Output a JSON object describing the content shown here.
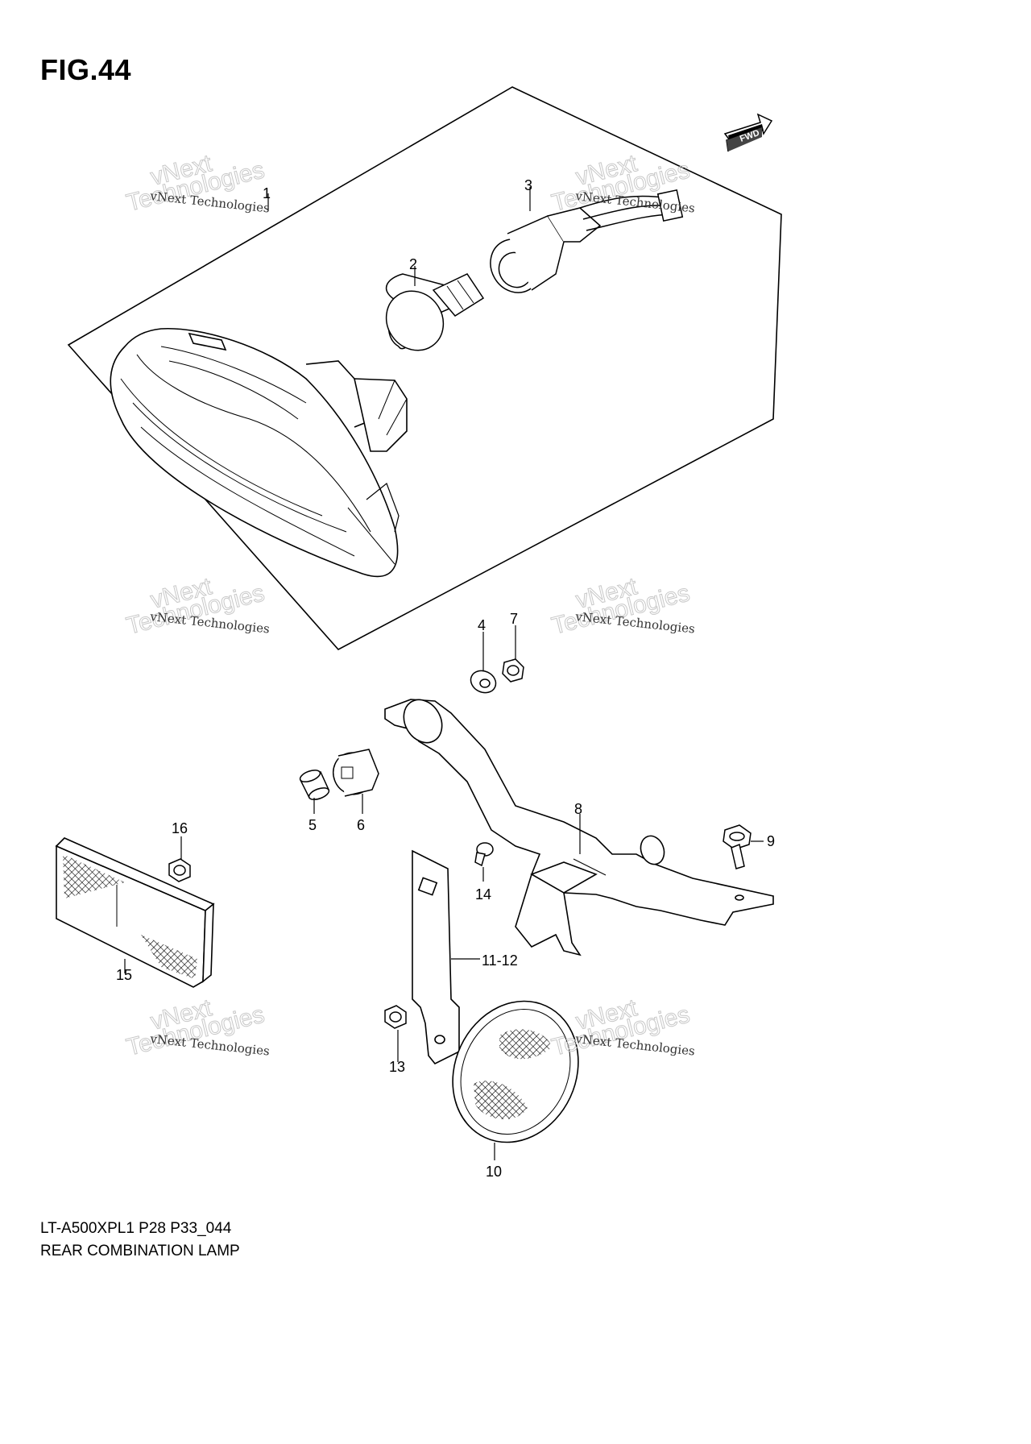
{
  "figure": {
    "title": "FIG.44",
    "model_code": "LT-A500XPL1 P28 P33_044",
    "assembly_name": "REAR COMBINATION LAMP"
  },
  "fwd_arrow": {
    "label": "FWD"
  },
  "watermark": {
    "line_small": "vNext Technologies",
    "line_big_1": "vNext",
    "line_big_2": "Technologies"
  },
  "part_labels": {
    "p1": "1",
    "p2": "2",
    "p3": "3",
    "p4": "4",
    "p5": "5",
    "p6": "6",
    "p7": "7",
    "p8": "8",
    "p9": "9",
    "p10": "10",
    "p11_12": "11-12",
    "p13": "13",
    "p14": "14",
    "p15": "15",
    "p16": "16"
  }
}
